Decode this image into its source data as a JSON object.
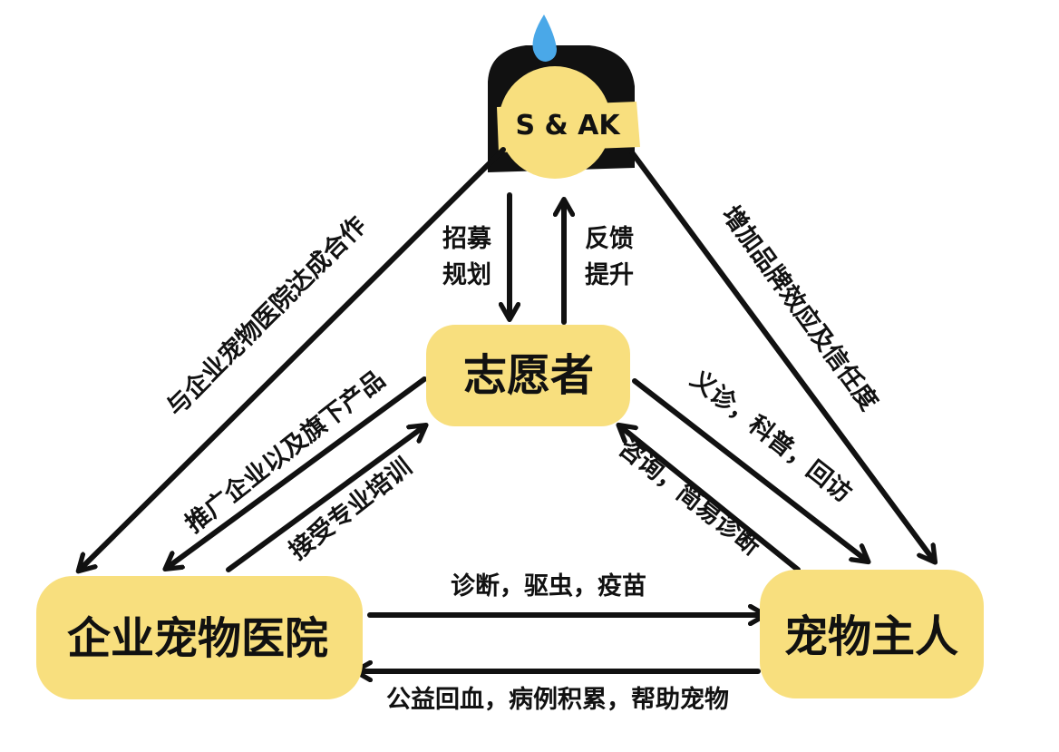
{
  "colors": {
    "node_fill": "#f8df7e",
    "stroke": "#111111",
    "drop": "#4aa8e8"
  },
  "logo": {
    "text": "S & AK"
  },
  "nodes": {
    "volunteer": "志愿者",
    "hospital": "企业宠物医院",
    "owner": "宠物主人"
  },
  "edges": {
    "logo_to_hospital": "与企业宠物医院达成合作",
    "logo_to_owner": "增加品牌效应及信任度",
    "logo_to_volunteer": [
      "招募",
      "规划"
    ],
    "volunteer_to_logo": [
      "反馈",
      "提升"
    ],
    "volunteer_to_hospital": "推广企业以及旗下产品",
    "hospital_to_volunteer": "接受专业培训",
    "volunteer_to_owner": "义诊，科普，回访",
    "owner_to_volunteer": "咨询，简易诊断",
    "hospital_to_owner": "诊断，驱虫，疫苗",
    "owner_to_hospital": "公益回血，病例积累，帮助宠物"
  }
}
